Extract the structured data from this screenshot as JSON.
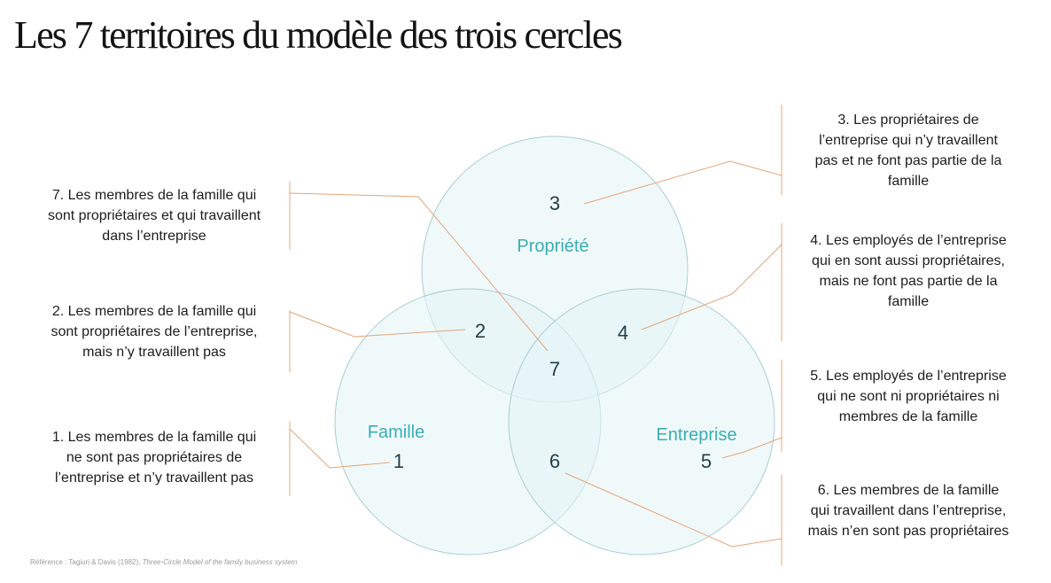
{
  "title": "Les 7 territoires du modèle des trois cercles",
  "colors": {
    "circle_fill": "#e3f4f6",
    "circle_stroke": "#a9cdd0",
    "label": "#3aadb5",
    "number": "#22404a",
    "leader_line": "#e5a478"
  },
  "circles": {
    "propriete": "Propriété",
    "famille": "Famille",
    "entreprise": "Entreprise"
  },
  "regions": {
    "r1": "1",
    "r2": "2",
    "r3": "3",
    "r4": "4",
    "r5": "5",
    "r6": "6",
    "r7": "7"
  },
  "descriptions": {
    "d1": "1. Les membres de la famille qui ne sont pas propriétaires de l’entreprise et n’y travaillent pas",
    "d2": "2. Les membres de la famille qui sont propriétaires de l’entreprise, mais n’y travaillent pas",
    "d3": "3. Les propriétaires de l’entreprise qui n’y travaillent pas et ne font pas partie de la famille",
    "d4": "4. Les employés de l’entreprise qui en sont aussi propriétaires, mais ne font pas partie de la famille",
    "d5": "5. Les employés de l’entreprise qui ne sont ni propriétaires ni membres de la famille",
    "d6": "6. Les membres de la famille qui travaillent dans l’entreprise, mais n’en sont pas propriétaires",
    "d7": "7. Les membres de la famille qui sont propriétaires et qui travaillent dans l’entreprise"
  },
  "reference": {
    "prefix": "Référence : Tagiuri & Davis (1982), ",
    "work": "Three-Circle Model of the family business system"
  }
}
